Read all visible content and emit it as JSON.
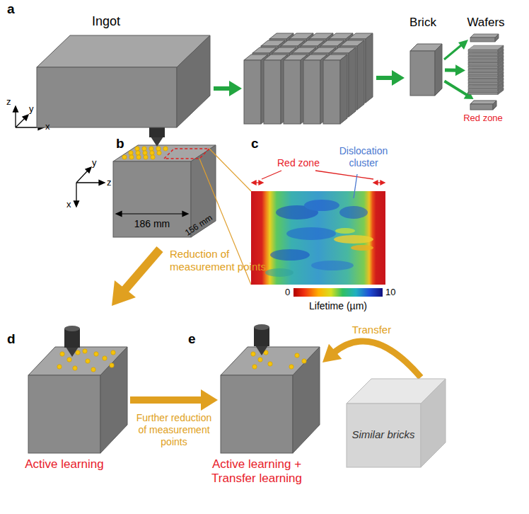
{
  "diagram": {
    "nodes": [
      {
        "text": [
          "Ingot"
        ]
      },
      {
        "text": [
          "Brick"
        ]
      },
      {
        "text": [
          "Wafers"
        ]
      },
      {
        "text": [
          "Red zone"
        ]
      },
      {
        "text": [
          "Active learning"
        ]
      },
      {
        "text": [
          "Active learning + Transfer learning"
        ]
      },
      {
        "text": [
          "Similar bricks"
        ]
      }
    ],
    "edges": [
      {
        "from": 1,
        "to": 2,
        "arrow": "to"
      },
      {
        "from": 1,
        "to": 3,
        "arrow": "to"
      },
      {
        "from": 4,
        "to": 5,
        "label": "Further reduction of measurement points",
        "arrow": "to"
      },
      {
        "from": 6,
        "to": 5,
        "label": "Transfer",
        "arrow": "to"
      }
    ],
    "labels": [
      "a",
      "z",
      "y",
      "x",
      "b",
      "y",
      "z",
      "x",
      "186 mm",
      "156 mm",
      "c",
      "Red zone",
      "Dislocation cluster",
      "0",
      "10",
      "Lifetime (µm)",
      "Reduction of measurement points",
      "d",
      "e"
    ]
  }
}
